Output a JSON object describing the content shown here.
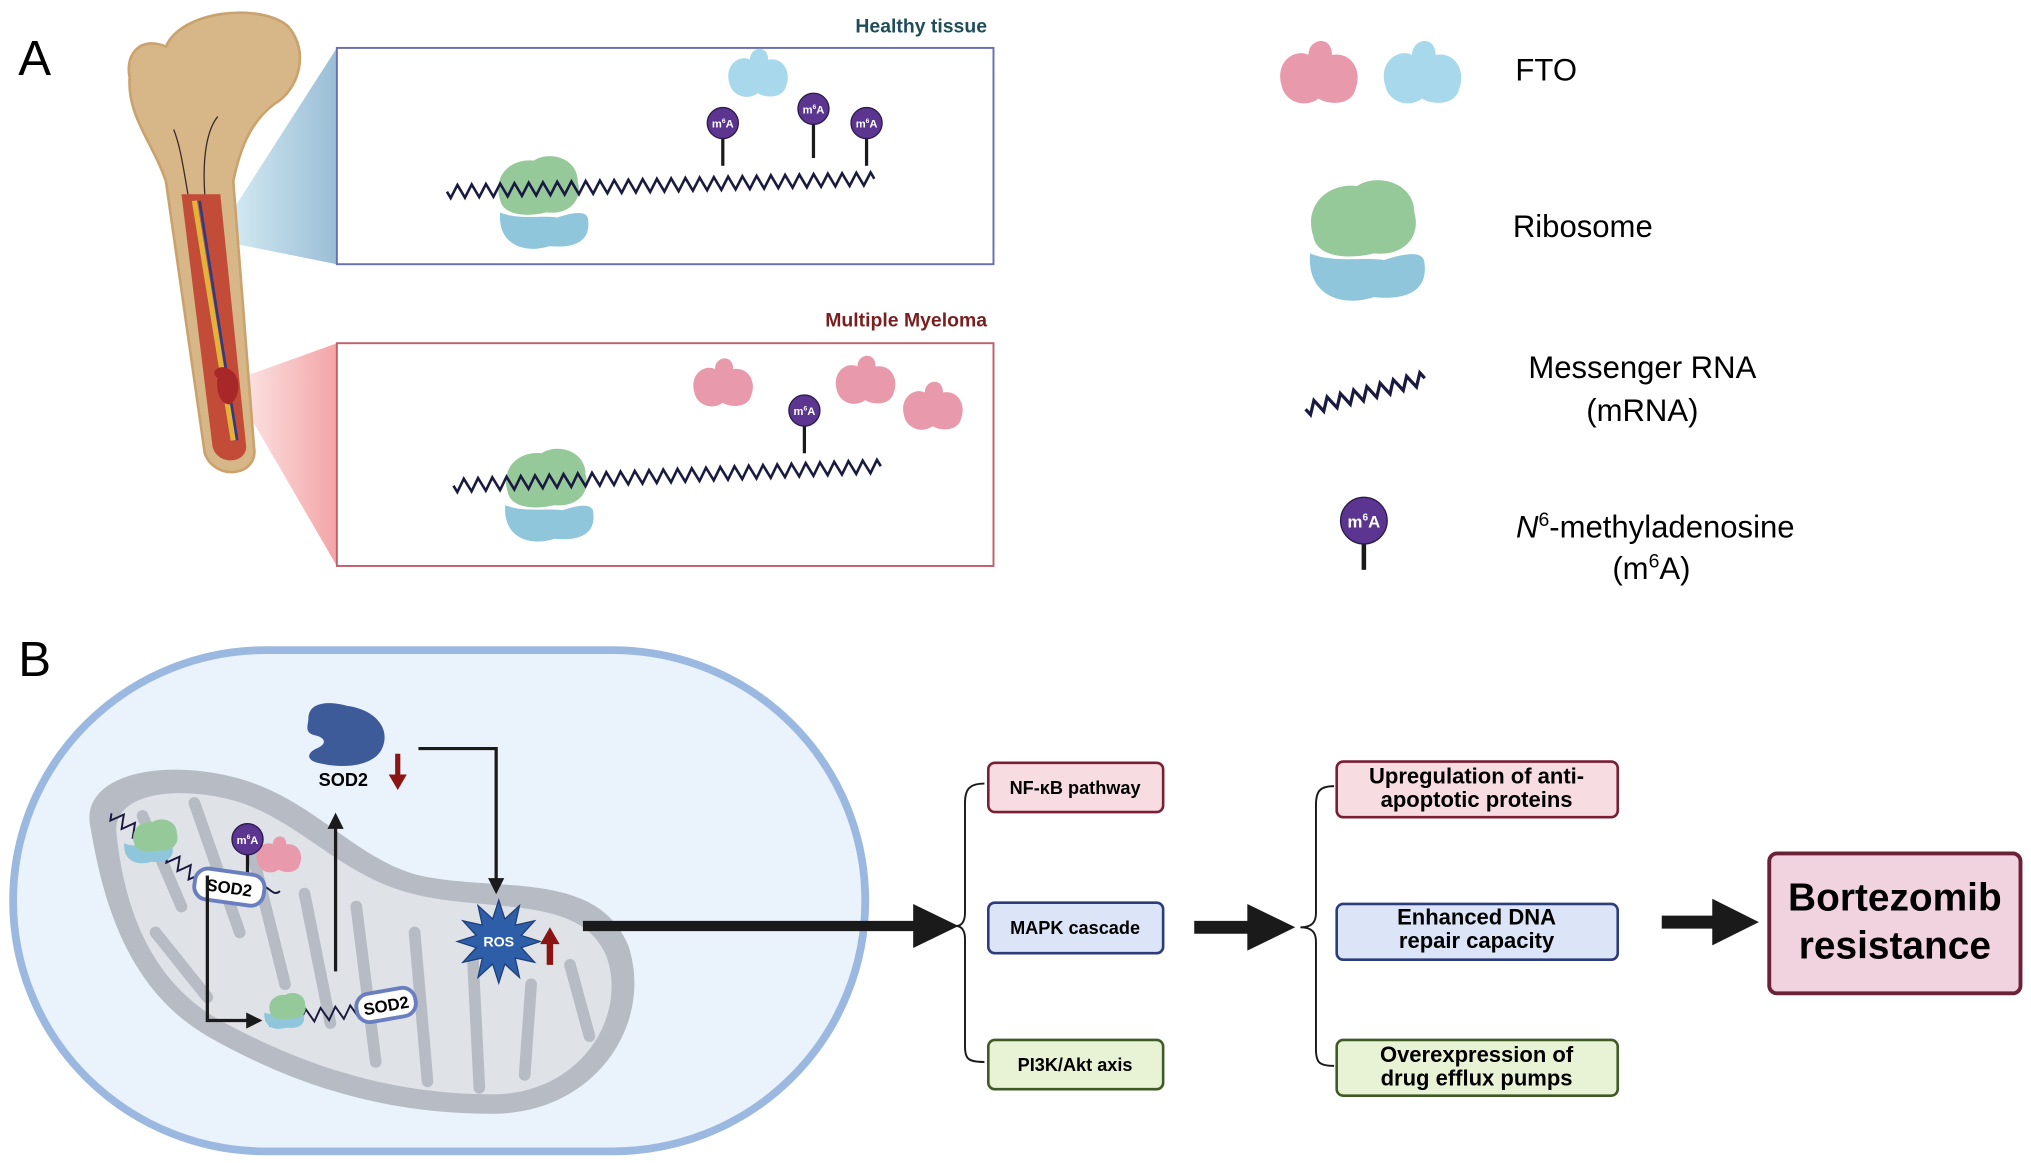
{
  "panel_a": {
    "label": "A",
    "healthy_title": "Healthy tissue",
    "myeloma_title": "Multiple Myeloma",
    "m6a_base": "m",
    "m6a_sup": "6",
    "m6a_end": "A",
    "legend": {
      "fto": "FTO",
      "ribosome": "Ribosome",
      "mrna_line1": "Messenger RNA",
      "mrna_line2": "(mRNA)",
      "m6a_n": "N",
      "m6a_sup": "6",
      "m6a_rest": "-methyladenosine",
      "m6a_paren_open": "(m",
      "m6a_paren_close": "A)"
    }
  },
  "panel_b": {
    "label": "B",
    "sod2_protein": "SOD2",
    "sod2_pill_top": "SOD2",
    "sod2_pill_bottom": "SOD2",
    "ros": "ROS",
    "pathways": [
      "NF-κB pathway",
      "MAPK cascade",
      "PI3K/Akt axis"
    ],
    "effects": [
      [
        "Upregulation of anti-",
        "apoptotic proteins"
      ],
      [
        "Enhanced DNA",
        "repair capacity"
      ],
      [
        "Overexpression of",
        "drug efflux pumps"
      ]
    ],
    "outcome": [
      "Bortezomib",
      "resistance"
    ]
  },
  "colors": {
    "fto_pink": "#e89aac",
    "fto_blue": "#a8d8ec",
    "ribosome_green": "#96c99a",
    "ribosome_blue": "#8fc6dc",
    "m6a_purple": "#5b3590",
    "sod2_blue": "#3d5a99",
    "ros_blue": "#2f5ea8",
    "arrow_red": "#8b1515",
    "healthy_title": "#1f4e5a",
    "myeloma_title": "#7a1f1f"
  }
}
